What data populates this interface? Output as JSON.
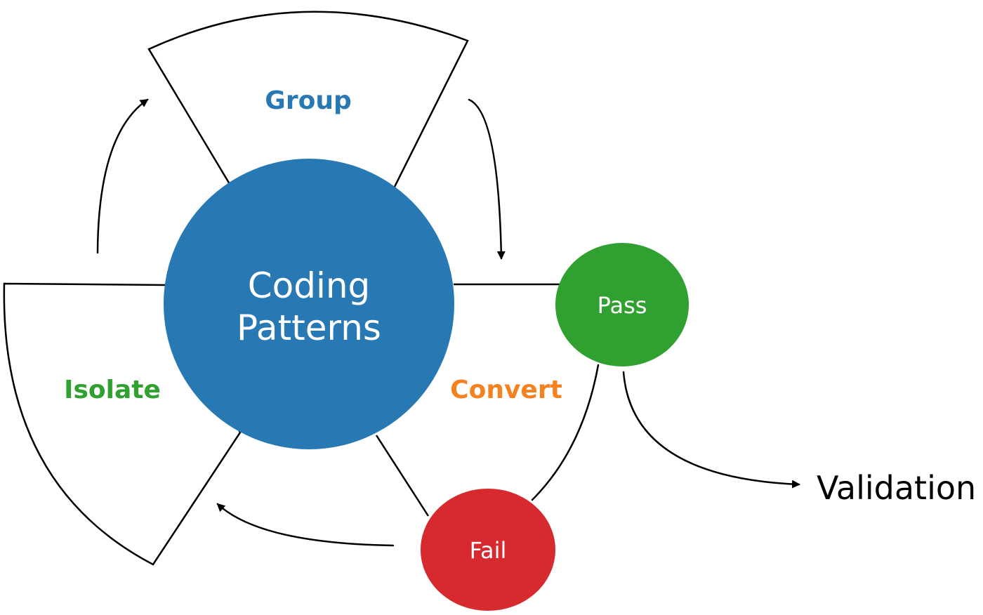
{
  "segments": {
    "group": {
      "label": "Group",
      "color": "#2878b4"
    },
    "isolate": {
      "label": "Isolate",
      "color": "#30a030"
    },
    "convert": {
      "label": "Convert",
      "color": "#f58220"
    }
  },
  "center": {
    "line1": "Coding",
    "line2": "Patterns",
    "color": "#2878b4"
  },
  "nodes": {
    "pass": {
      "label": "Pass",
      "color": "#30a030"
    },
    "fail": {
      "label": "Fail",
      "color": "#d62a2f"
    }
  },
  "output": {
    "label": "Validation"
  },
  "colors": {
    "outline": "#000000",
    "background": "#ffffff"
  }
}
